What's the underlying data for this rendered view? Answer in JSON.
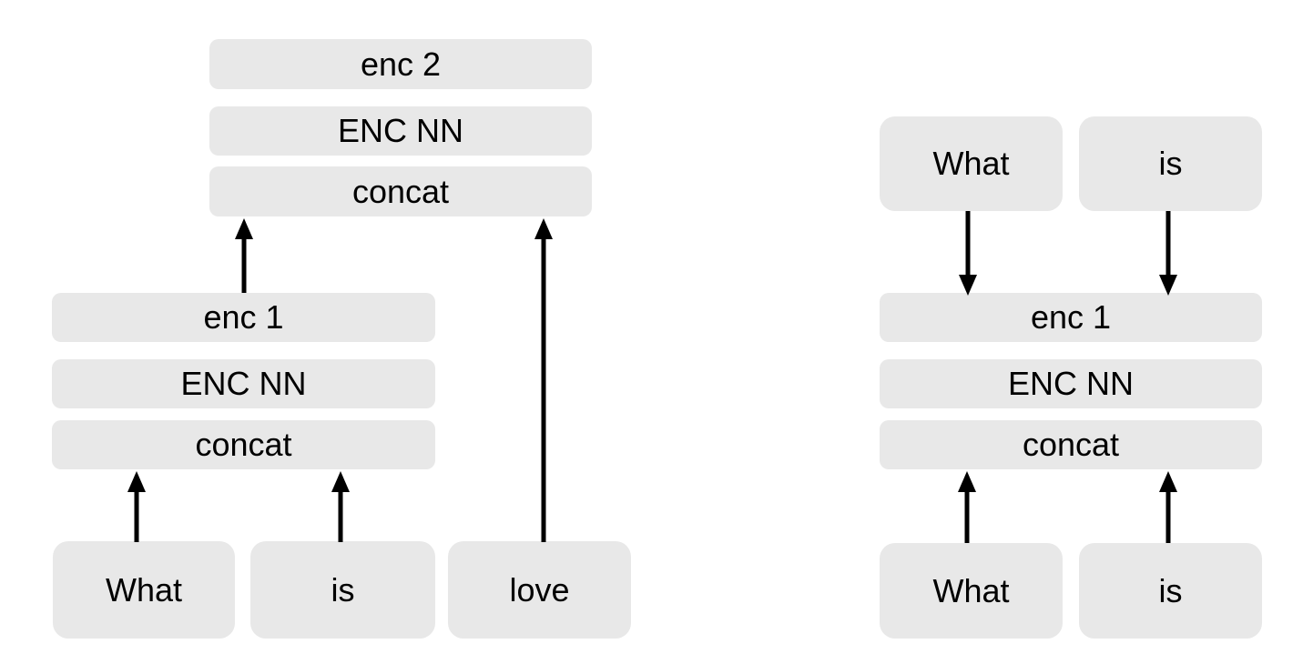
{
  "colors": {
    "background": "#ffffff",
    "box_fill": "#e8e8e8",
    "text": "#000000",
    "arrow": "#000000"
  },
  "left": {
    "top_stack": [
      {
        "label": "enc 2"
      },
      {
        "label": "ENC NN"
      },
      {
        "label": "concat"
      }
    ],
    "mid_stack": [
      {
        "label": "enc 1"
      },
      {
        "label": "ENC NN"
      },
      {
        "label": "concat"
      }
    ],
    "tokens": [
      {
        "label": "What"
      },
      {
        "label": "is"
      },
      {
        "label": "love"
      }
    ],
    "arrows": [
      {
        "from": "enc 1",
        "to": "concat (top stack)",
        "direction": "up"
      },
      {
        "from": "love",
        "to": "concat (top stack)",
        "direction": "up"
      },
      {
        "from": "What",
        "to": "concat (mid stack)",
        "direction": "up"
      },
      {
        "from": "is",
        "to": "concat (mid stack)",
        "direction": "up"
      }
    ]
  },
  "right": {
    "top_tokens": [
      {
        "label": "What"
      },
      {
        "label": "is"
      }
    ],
    "stack": [
      {
        "label": "enc 1"
      },
      {
        "label": "ENC NN"
      },
      {
        "label": "concat"
      }
    ],
    "bottom_tokens": [
      {
        "label": "What"
      },
      {
        "label": "is"
      }
    ],
    "arrows": [
      {
        "from": "What (top)",
        "to": "enc 1",
        "direction": "down"
      },
      {
        "from": "is (top)",
        "to": "enc 1",
        "direction": "down"
      },
      {
        "from": "What (bottom)",
        "to": "concat",
        "direction": "up"
      },
      {
        "from": "is (bottom)",
        "to": "concat",
        "direction": "up"
      }
    ]
  }
}
